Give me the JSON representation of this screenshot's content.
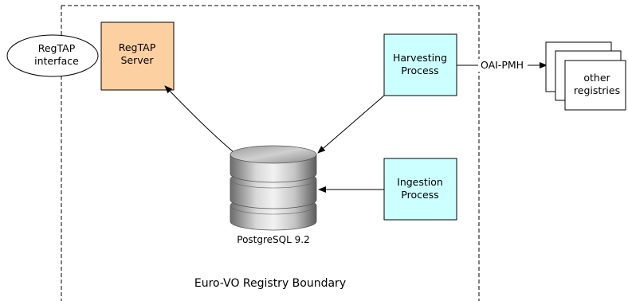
{
  "boundary": {
    "label": "Euro-VO Registry Boundary"
  },
  "regtap_interface": {
    "line1": "RegTAP",
    "line2": "interface"
  },
  "regtap_server": {
    "line1": "RegTAP",
    "line2": "Server",
    "fill": "#fdd0a2"
  },
  "harvesting_process": {
    "line1": "Harvesting",
    "line2": "Process",
    "fill": "#ccffff"
  },
  "ingestion_process": {
    "line1": "Ingestion",
    "line2": "Process",
    "fill": "#ccffff"
  },
  "database": {
    "label": "PostgreSQL 9.2"
  },
  "protocol": {
    "label": "OAI-PMH"
  },
  "other_registries": {
    "line1": "other",
    "line2": "registries"
  }
}
